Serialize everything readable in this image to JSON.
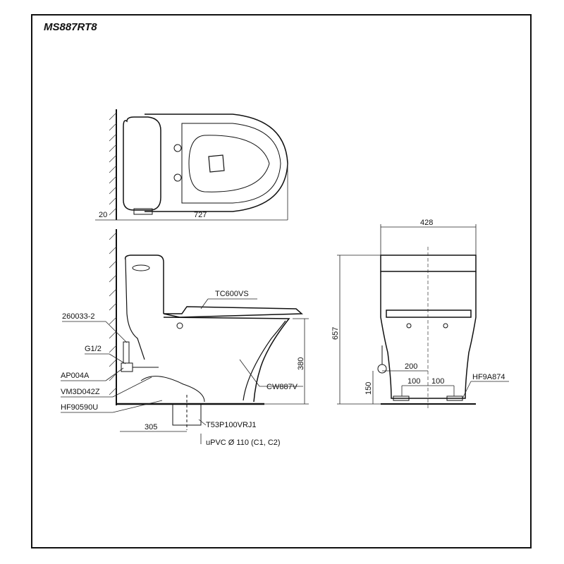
{
  "title": "MS887RT8",
  "top_view": {
    "dims": {
      "wall_gap": "20",
      "length": "727"
    }
  },
  "side_view": {
    "labels": {
      "seat": "TC600VS",
      "part_260033": "260033-2",
      "thread": "G1/2",
      "valve": "AP004A",
      "hose": "VM3D042Z",
      "flange": "HF90590U",
      "bowl": "CW887V",
      "outlet": "T53P100VRJ1",
      "pipe": "uPVC Ø 110 (C1, C2)"
    },
    "dims": {
      "rough_in": "305",
      "height_rim": "380"
    }
  },
  "front_view": {
    "labels": {
      "fixing": "HF9A874"
    },
    "dims": {
      "width": "428",
      "height": "657",
      "supply_offset": "200",
      "supply_height": "150",
      "bolt_left": "100",
      "bolt_right": "100"
    }
  }
}
